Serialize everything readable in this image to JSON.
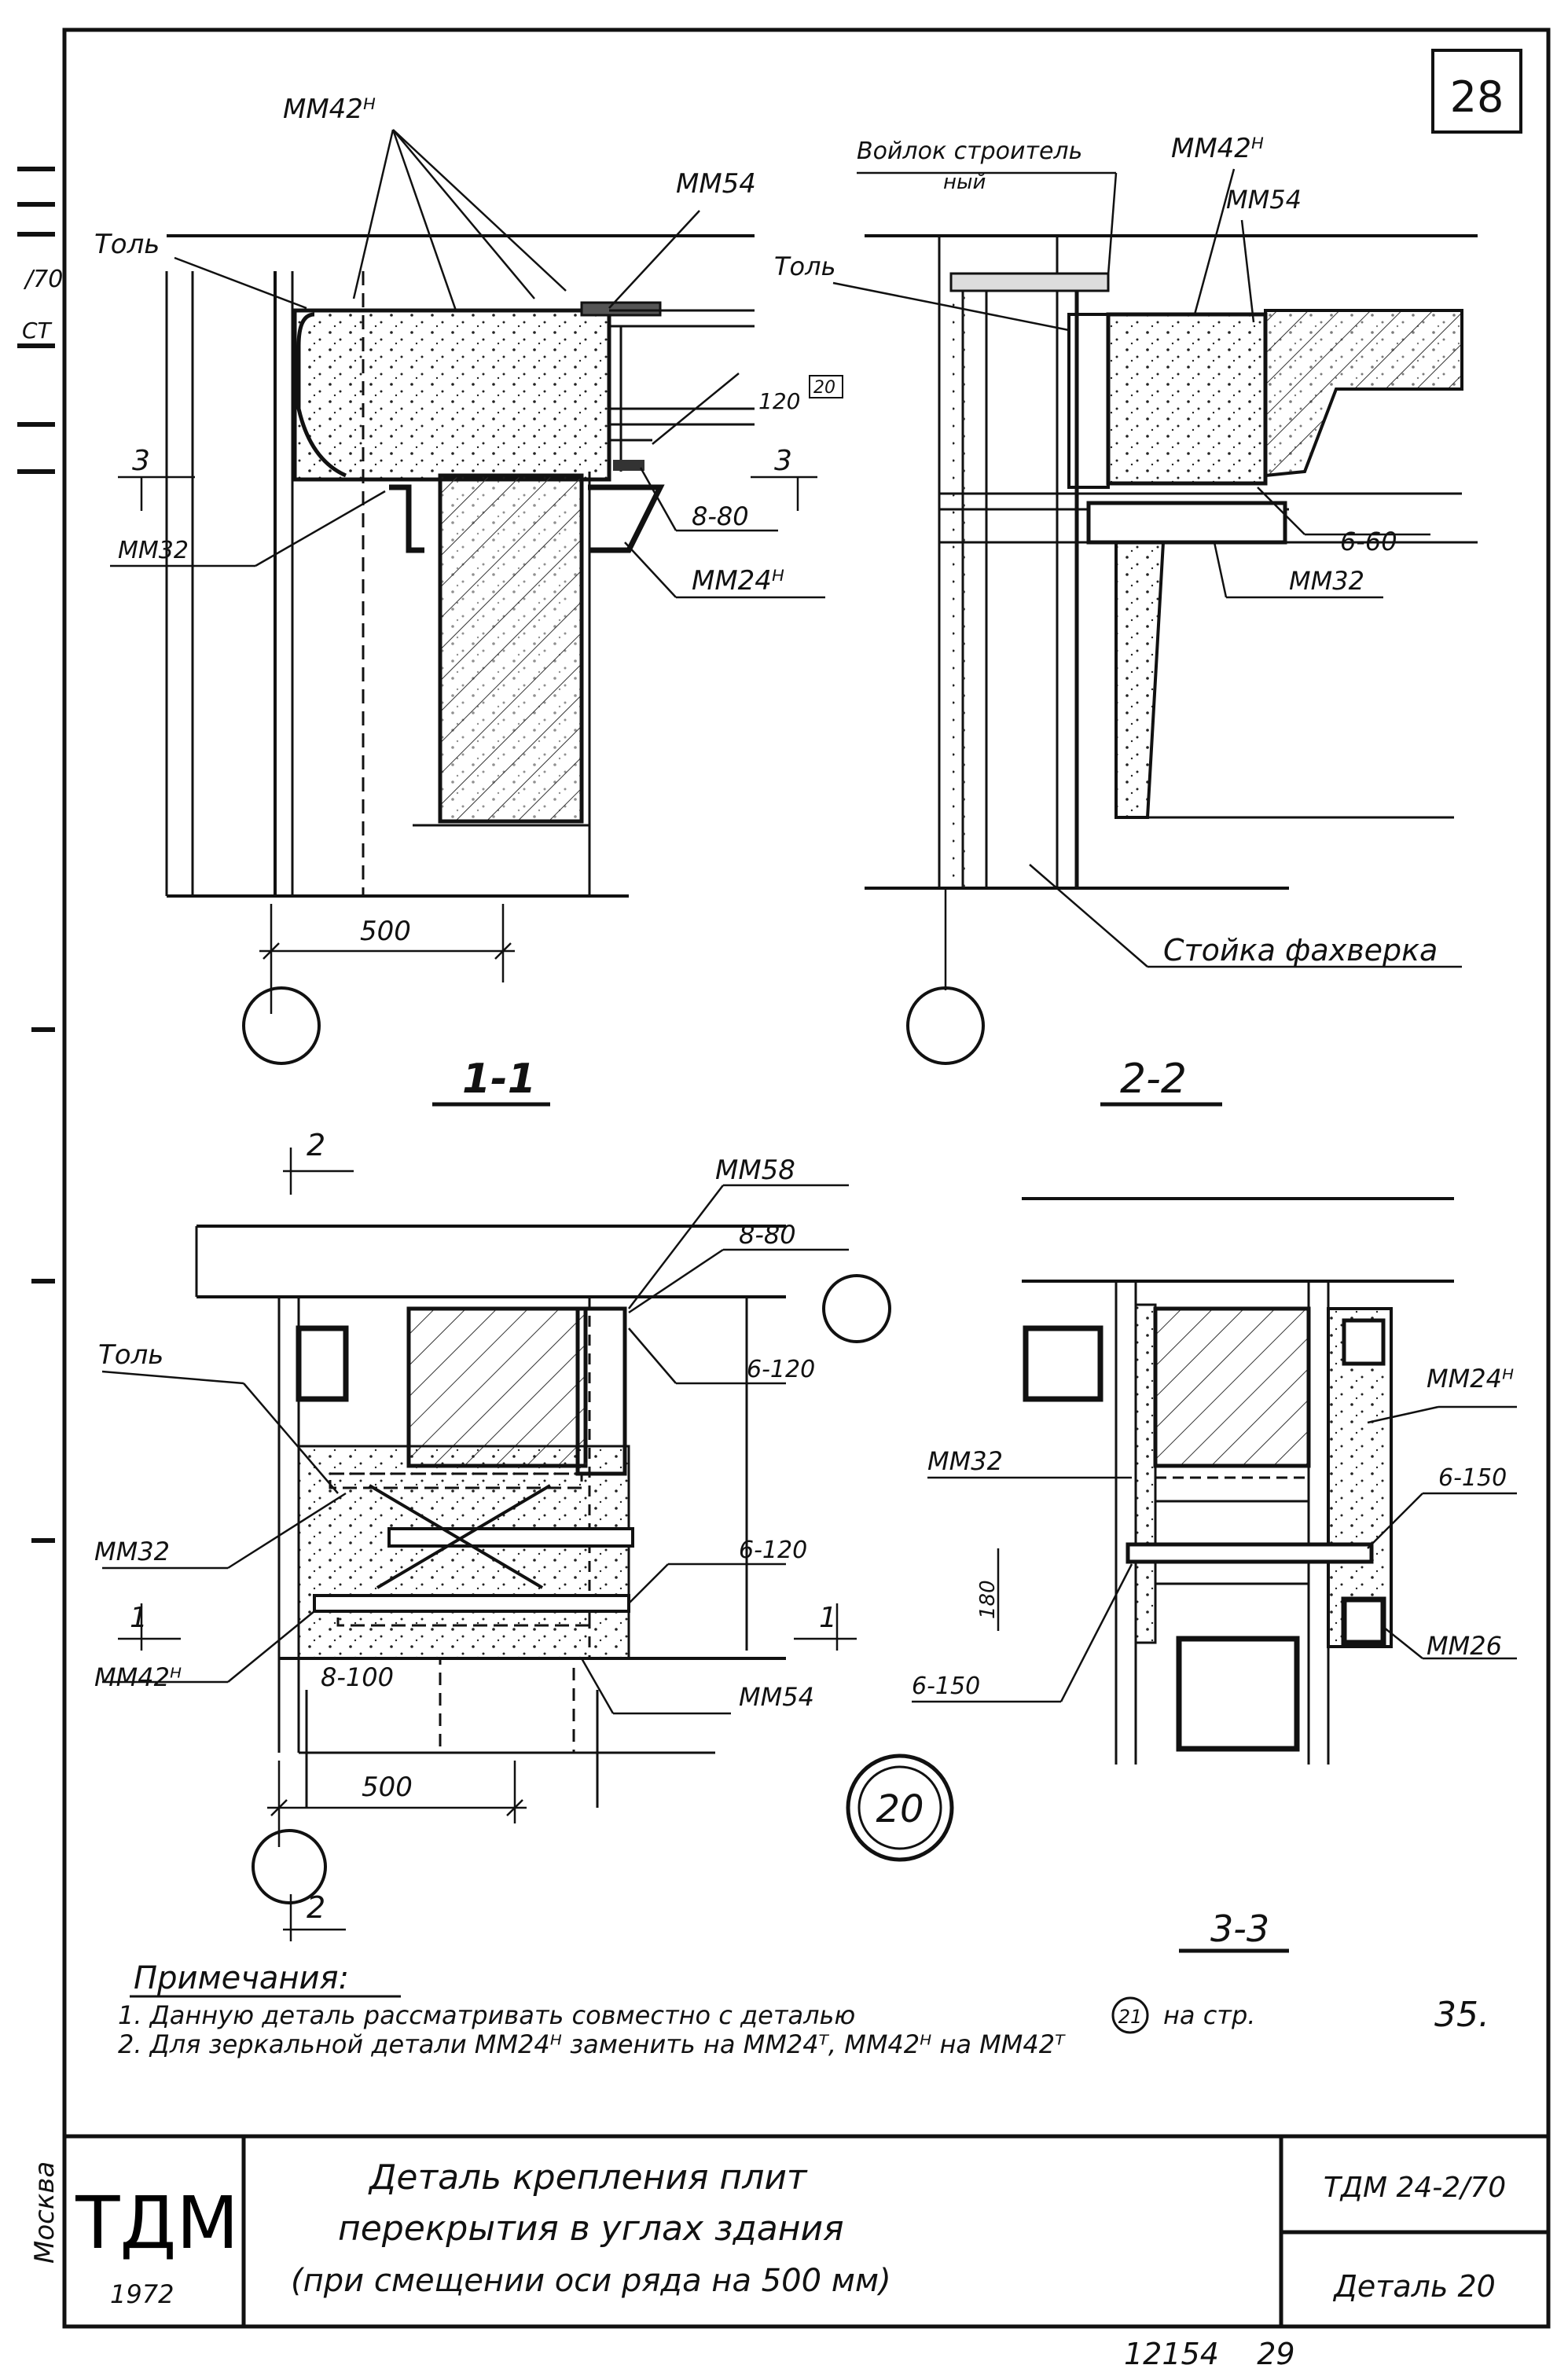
{
  "sheet_number": "28",
  "margin_left": {
    "v1": "/70",
    "v2": "СТ",
    "city": "Москва"
  },
  "section_1_1": {
    "title": "1-1",
    "labels": {
      "mm42h": "ММ42ᴴ",
      "mm54": "ММ54",
      "tol": "Толь",
      "mm32": "ММ32",
      "mm24h": "ММ24ᴴ",
      "n120": "120",
      "box20": "20",
      "n3a": "3",
      "n3b": "3",
      "n8_80": "8-80",
      "dim500": "500"
    }
  },
  "section_2_2": {
    "title": "2-2",
    "labels": {
      "voilok1": "Войлок строитель",
      "voilok2": "ный",
      "mm42h": "ММ42ᴴ",
      "mm54": "ММ54",
      "tol": "Толь",
      "n6_60": "6-60",
      "mm32": "ММ32",
      "stoika": "Стойка фахверка"
    }
  },
  "plan": {
    "labels": {
      "mm58": "ММ58",
      "n8_80": "8-80",
      "n6_120a": "6-120",
      "tol": "Толь",
      "mm32": "ММ32",
      "n6_120b": "6-120",
      "mm42h": "ММ42ᴴ",
      "n8_100": "8-100",
      "mm54": "ММ54",
      "dim500": "500",
      "s1a": "1",
      "s1b": "1",
      "s2a": "2",
      "s2b": "2"
    }
  },
  "section_3_3": {
    "title": "3-3",
    "labels": {
      "mm24h": "ММ24ᴴ",
      "mm32": "ММ32",
      "n6_150a": "6-150",
      "n180": "180",
      "n6_150b": "6-150",
      "mm26": "ММ26"
    }
  },
  "detail_badge": "20",
  "notes": {
    "heading": "Примечания:",
    "line1a": "1. Данную деталь рассматривать совместно с деталью",
    "ref": "21",
    "line1b": "на стр.",
    "page": "35.",
    "line2": "2. Для зеркальной детали ММ24ᴴ заменить на ММ24ᵀ, ММ42ᴴ на ММ42ᵀ"
  },
  "title_block": {
    "org": "ТДМ",
    "year": "1972",
    "title1": "Деталь крепления плит",
    "title2": "перекрытия в углах здания",
    "title3": "(при смещении оси ряда на 500 мм)",
    "code": "ТДМ 24-2/70",
    "detail": "Деталь 20"
  },
  "bottom_stamp": "12154    29"
}
